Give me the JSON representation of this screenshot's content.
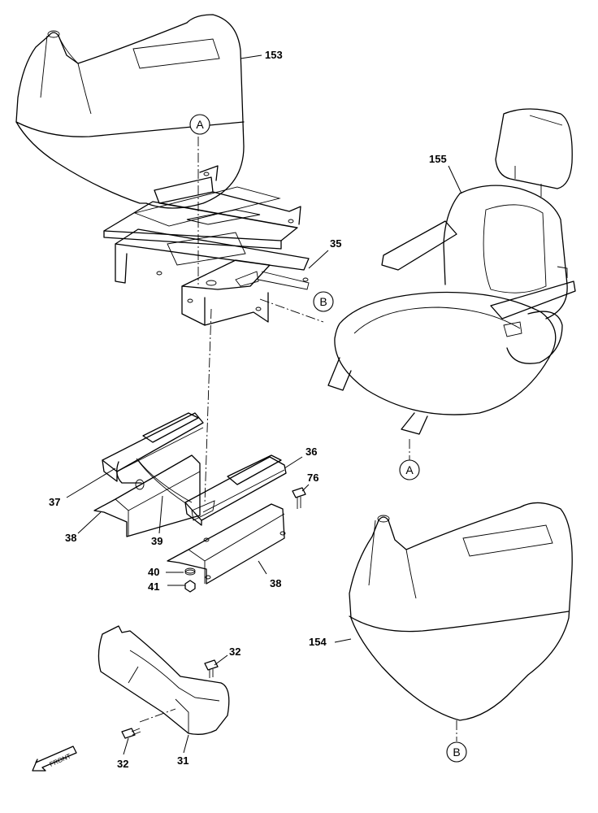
{
  "labels": {
    "p153": "153",
    "p155": "155",
    "p35": "35",
    "p36": "36",
    "p76": "76",
    "p37": "37",
    "p38a": "38",
    "p39": "39",
    "p40": "40",
    "p41": "41",
    "p38b": "38",
    "p32a": "32",
    "p154": "154",
    "p32b": "32",
    "p31": "31"
  },
  "refs": {
    "a_top": "A",
    "b_frame": "B",
    "a_seat": "A",
    "b_bottom": "B"
  },
  "front_arrow": "FRONT"
}
